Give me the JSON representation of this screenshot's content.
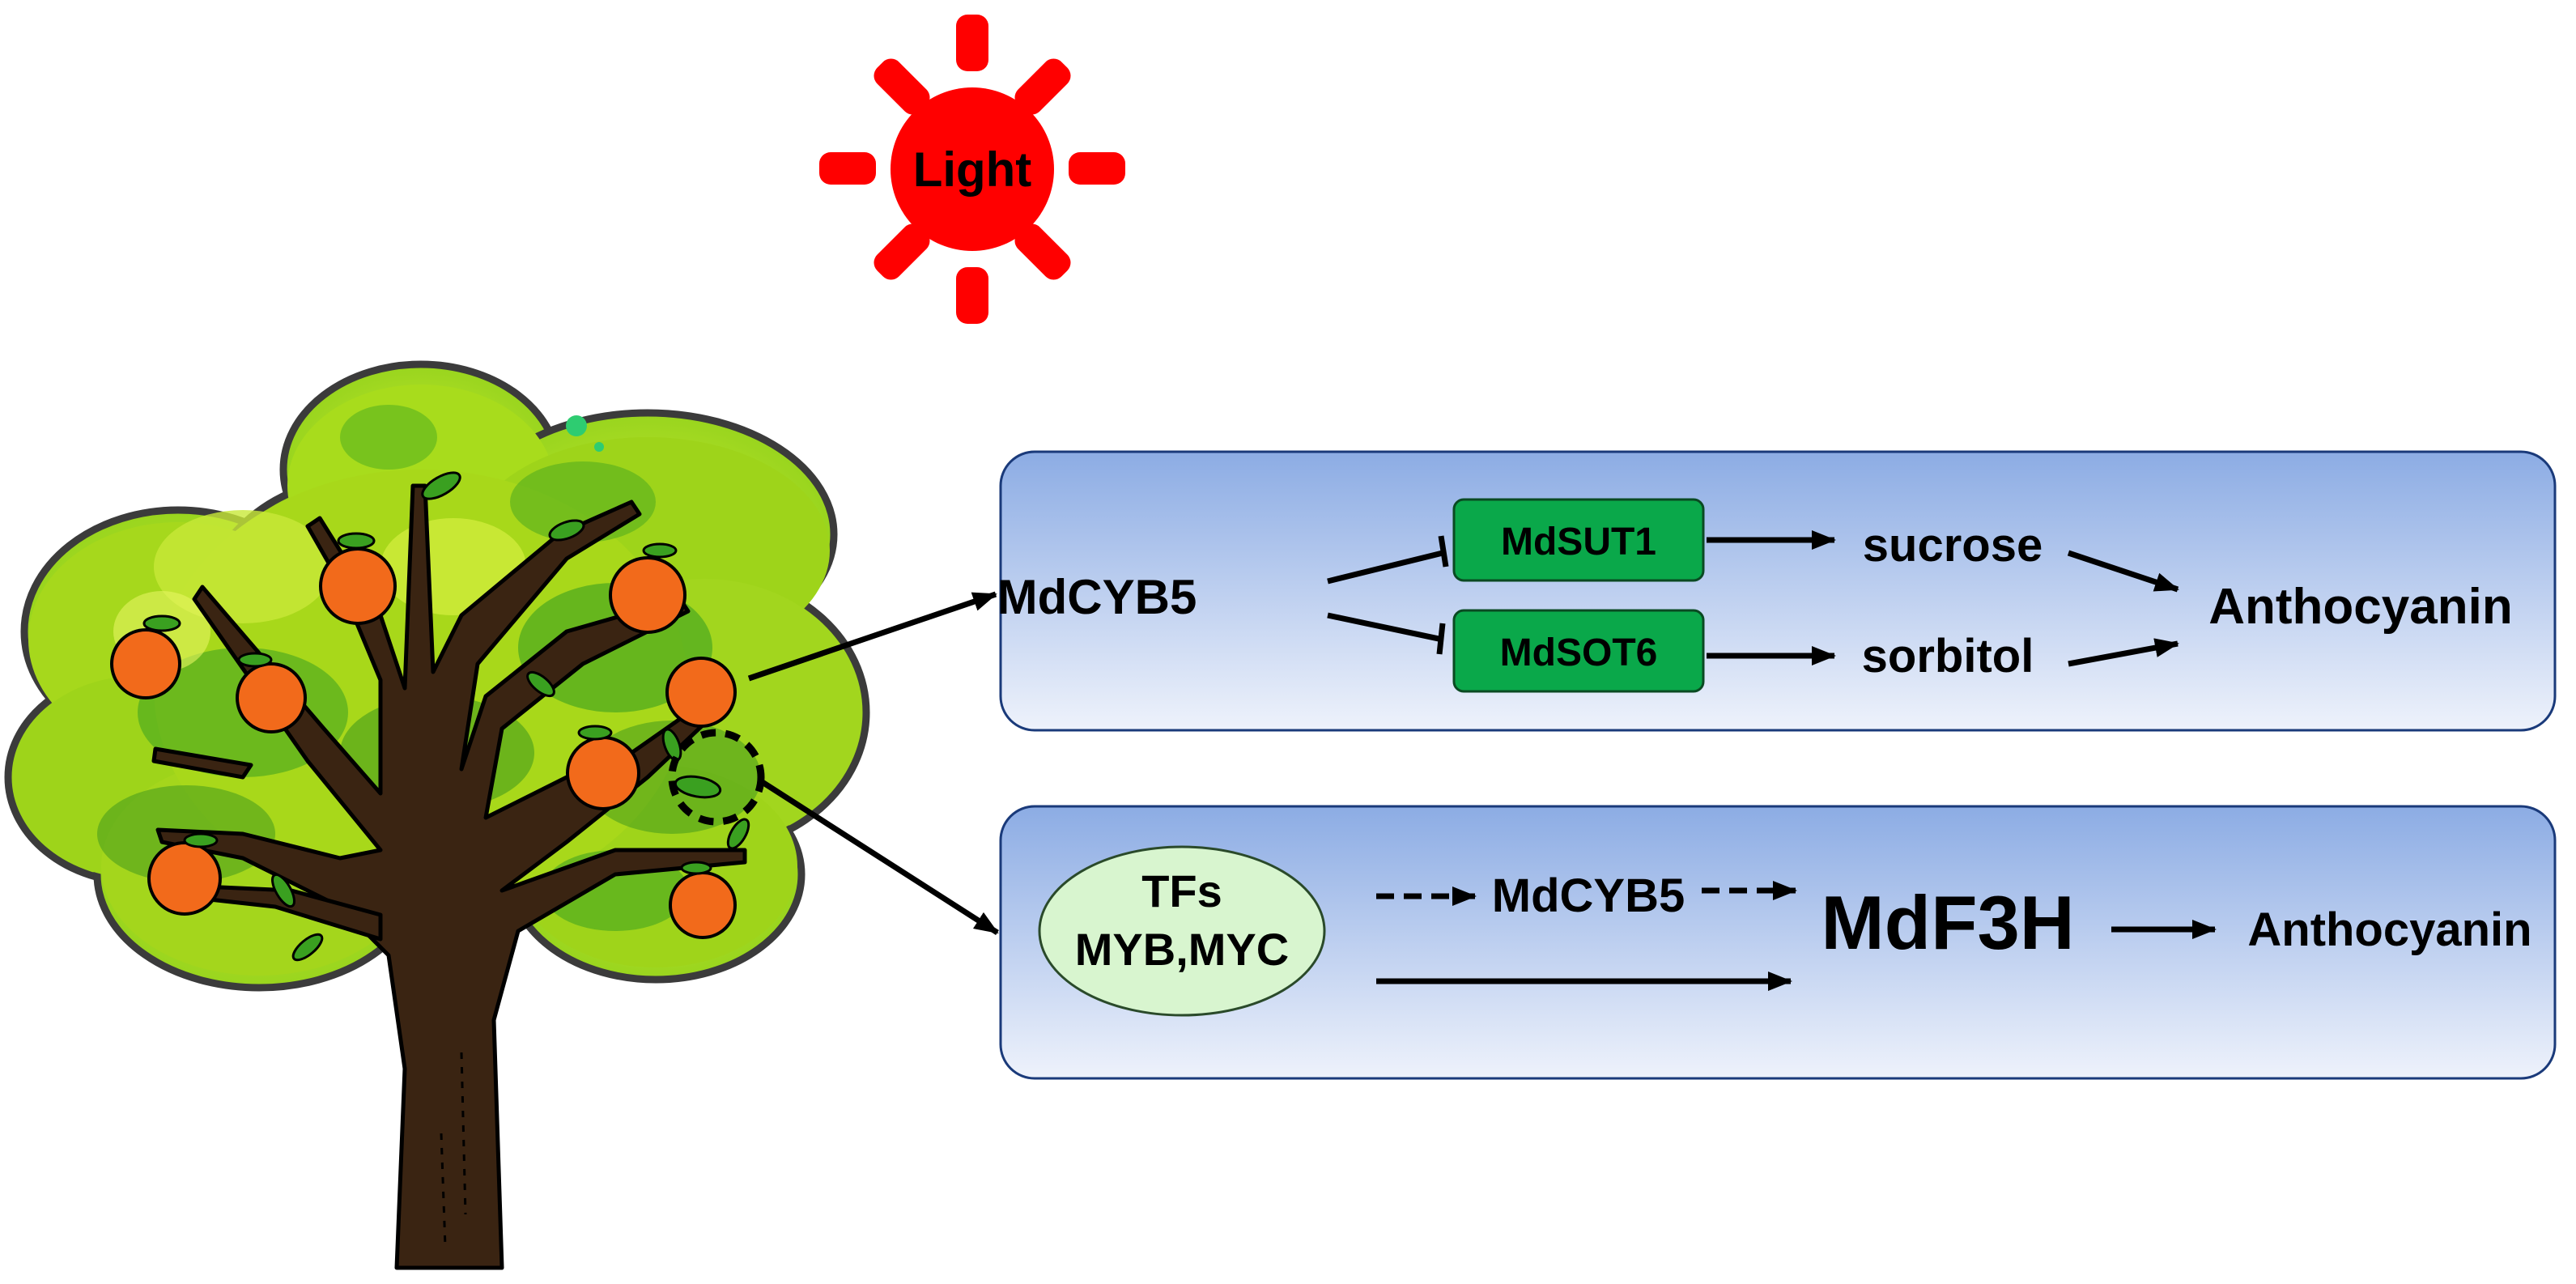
{
  "sun": {
    "label": "Light",
    "color": "#ff0000"
  },
  "panel_top": {
    "regulator": "MdCYB5",
    "gene1": "MdSUT1",
    "gene2": "MdSOT6",
    "product1": "sucrose",
    "product2": "sorbitol",
    "output": "Anthocyanin"
  },
  "panel_bottom": {
    "tf_line1": "TFs",
    "tf_line2": "MYB,MYC",
    "middle": "MdCYB5",
    "target": "MdF3H",
    "output": "Anthocyanin"
  },
  "colors": {
    "panel_top_gradient": "#8fb0e6",
    "panel_bottom_gradient": "#ffffff",
    "gene_box": "#0aa84a",
    "tf_ellipse": "#d8f5cf",
    "leaf_light": "#a8d81a",
    "leaf_dark": "#3aa020",
    "trunk": "#3a2412",
    "apple": "#f26a1b"
  },
  "icons": [
    "sun-icon",
    "apple-tree-icon",
    "apple-icon",
    "leaf-icon"
  ]
}
